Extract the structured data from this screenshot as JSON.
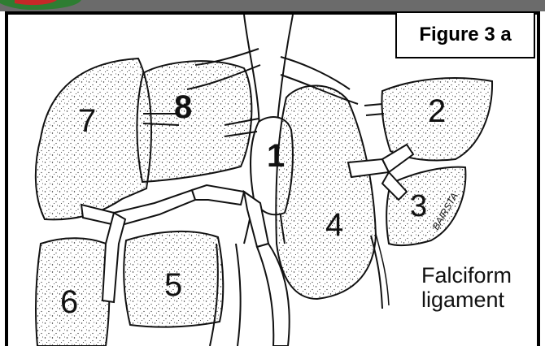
{
  "figure": {
    "caption": "Figure 3 a",
    "annotation_line1": "Falciform",
    "annotation_line2": "ligament",
    "signature": "BAIRSTA"
  },
  "segments": [
    {
      "id": "seg1",
      "label": "1"
    },
    {
      "id": "seg2",
      "label": "2"
    },
    {
      "id": "seg3",
      "label": "3"
    },
    {
      "id": "seg4",
      "label": "4"
    },
    {
      "id": "seg5",
      "label": "5"
    },
    {
      "id": "seg6",
      "label": "6"
    },
    {
      "id": "seg7",
      "label": "7"
    },
    {
      "id": "seg8",
      "label": "8"
    }
  ],
  "colors": {
    "ink": "#111111",
    "paper": "#ffffff",
    "frame": "#000000",
    "band": "#6b6b6b"
  }
}
